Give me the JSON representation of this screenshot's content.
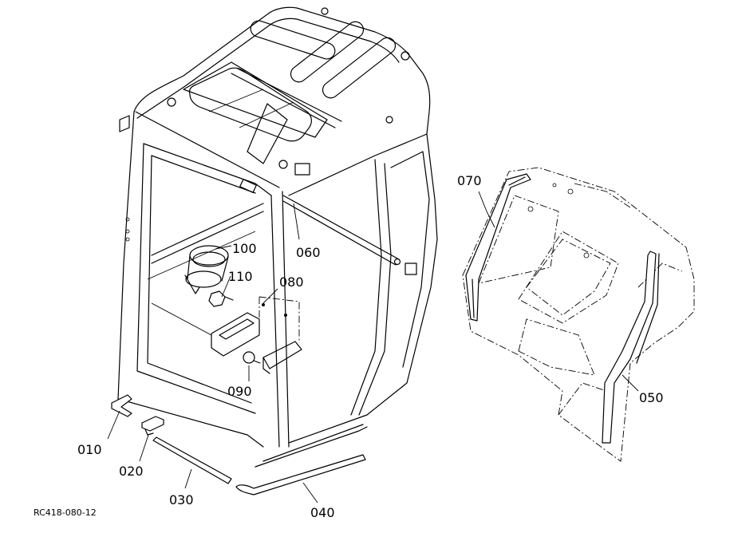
{
  "diagram": {
    "reference_code": "RC418-080-12",
    "parts": [
      {
        "id": "p010",
        "label": "010"
      },
      {
        "id": "p020",
        "label": "020"
      },
      {
        "id": "p030",
        "label": "030"
      },
      {
        "id": "p040",
        "label": "040"
      },
      {
        "id": "p050",
        "label": "050"
      },
      {
        "id": "p060",
        "label": "060"
      },
      {
        "id": "p070",
        "label": "070"
      },
      {
        "id": "p080",
        "label": "080"
      },
      {
        "id": "p090",
        "label": "090"
      },
      {
        "id": "p100",
        "label": "100"
      },
      {
        "id": "p110",
        "label": "110"
      }
    ]
  }
}
